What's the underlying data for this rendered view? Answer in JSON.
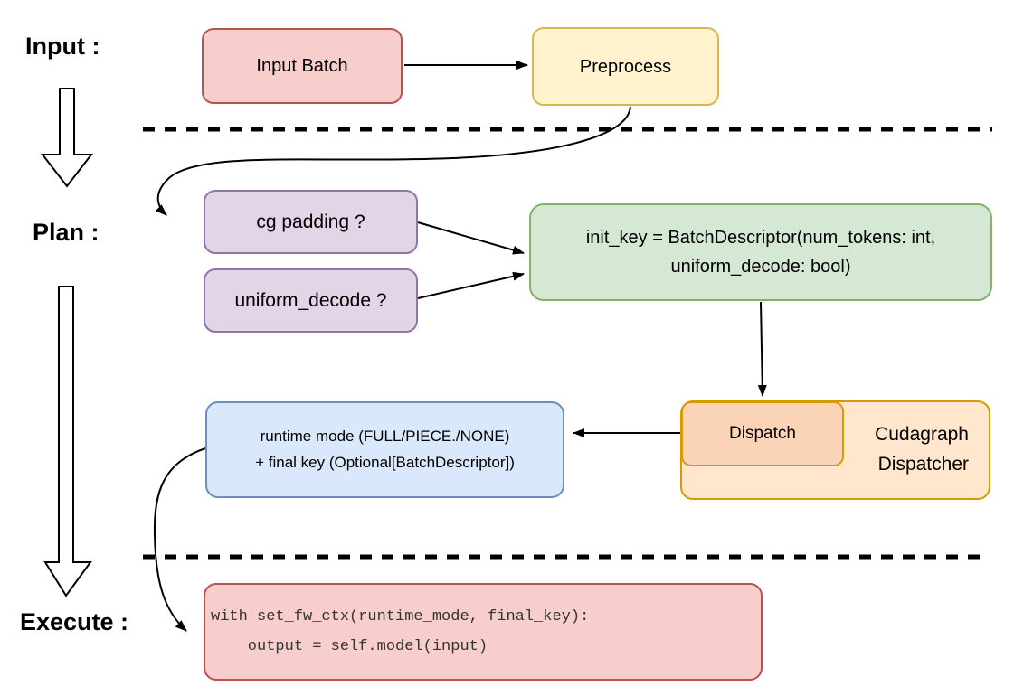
{
  "labels": {
    "input": "Input :",
    "plan": "Plan :",
    "execute": "Execute :"
  },
  "nodes": {
    "input_batch": {
      "label": "Input Batch"
    },
    "preprocess": {
      "label": "Preprocess"
    },
    "cg_padding": {
      "label": "cg padding ?"
    },
    "uniform_decode": {
      "label": "uniform_decode ?"
    },
    "init_key": {
      "line1": "init_key = BatchDescriptor(num_tokens: int,",
      "line2": "uniform_decode: bool)"
    },
    "dispatch": {
      "label": "Dispatch"
    },
    "cudagraph_dispatcher": {
      "line1": "Cudagraph",
      "line2": "Dispatcher"
    },
    "runtime_mode": {
      "line1": "runtime mode (FULL/PIECE./NONE)",
      "line2": "+ final key (Optional[BatchDescriptor])"
    },
    "execute_code": {
      "line1": "with set_fw_ctx(runtime_mode, final_key):",
      "line2": "    output = self.model(input)"
    }
  },
  "palette": {
    "red_fill": "#F8CECC",
    "red_border": "#B85450",
    "yellow_fill": "#FFF2CC",
    "yellow_border": "#D6B656",
    "purple_fill": "#E1D5E7",
    "purple_border": "#9673A6",
    "green_fill": "#D5E8D4",
    "green_border": "#82B366",
    "orange_fill": "#FFE6CC",
    "orange_border": "#D79B00",
    "peach_fill": "#FBD3B6",
    "blue_fill": "#DAE8FC",
    "blue_border": "#6C8EBF",
    "line_color": "#000000"
  }
}
